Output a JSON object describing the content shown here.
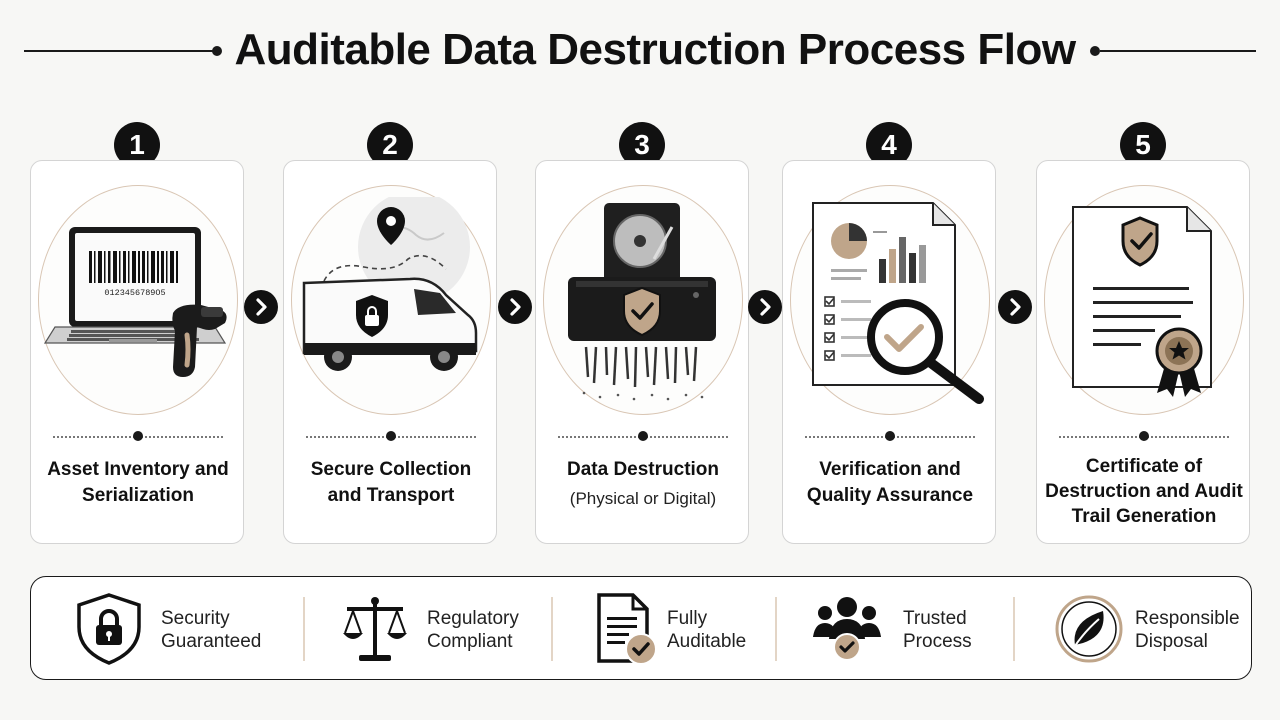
{
  "title": "Auditable Data Destruction Process Flow",
  "steps": [
    {
      "number": "1",
      "label": "Asset Inventory and Serialization",
      "barcode_text": "0123456789O5"
    },
    {
      "number": "2",
      "label": "Secure Collection and Transport"
    },
    {
      "number": "3",
      "label": "Data Destruction",
      "sublabel": "(Physical or Digital)"
    },
    {
      "number": "4",
      "label": "Verification and Quality Assurance"
    },
    {
      "number": "5",
      "label": "Certificate of Destruction and Audit Trail Generation"
    }
  ],
  "features": [
    {
      "label_line1": "Security",
      "label_line2": "Guaranteed",
      "icon": "shield-lock-icon"
    },
    {
      "label_line1": "Regulatory",
      "label_line2": "Compliant",
      "icon": "scales-icon"
    },
    {
      "label_line1": "Fully",
      "label_line2": "Auditable",
      "icon": "document-check-icon"
    },
    {
      "label_line1": "Trusted",
      "label_line2": "Process",
      "icon": "group-check-icon"
    },
    {
      "label_line1": "Responsible",
      "label_line2": "Disposal",
      "icon": "leaf-icon"
    }
  ],
  "colors": {
    "ink": "#111111",
    "accent_tan": "#bfa58a",
    "ring": "#d9c6b4",
    "card_border": "#d4d4d4"
  }
}
